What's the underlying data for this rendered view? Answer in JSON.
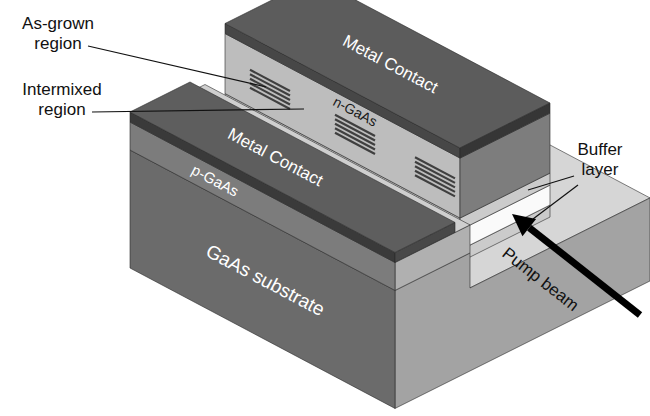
{
  "diagram": {
    "labels": [
      "As-grown region",
      "Intermixed region",
      "Metal Contact",
      "n-GaAs",
      "Metal Contact",
      "p-GaAs",
      "GaAs substrate",
      "Buffer layer",
      "Pump beam"
    ]
  }
}
